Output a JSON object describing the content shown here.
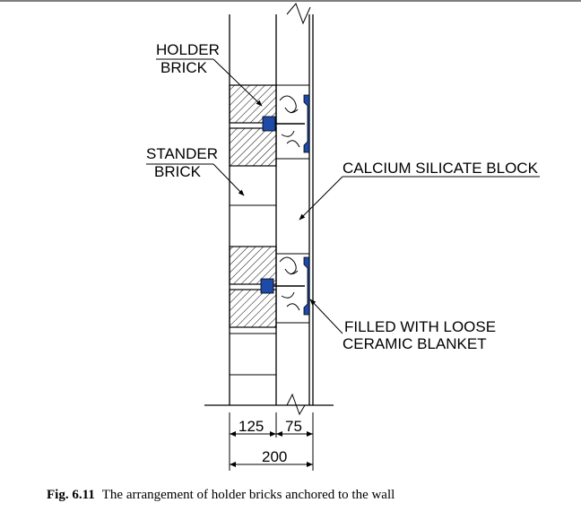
{
  "labels": {
    "holder_brick": [
      "HOLDER",
      "BRICK"
    ],
    "stander_brick": [
      "STANDER",
      "BRICK"
    ],
    "calcium_silicate": "CALCIUM SILICATE BLOCK",
    "filled_blanket": [
      "FILLED WITH LOOSE",
      "CERAMIC BLANKET"
    ]
  },
  "dimensions": {
    "brick_width": "125",
    "block_width": "75",
    "total_width": "200"
  },
  "caption": {
    "number": "Fig. 6.11",
    "text": "The arrangement of holder bricks anchored to the wall"
  },
  "colors": {
    "anchor": "#1e4aa8",
    "line": "#000000"
  }
}
